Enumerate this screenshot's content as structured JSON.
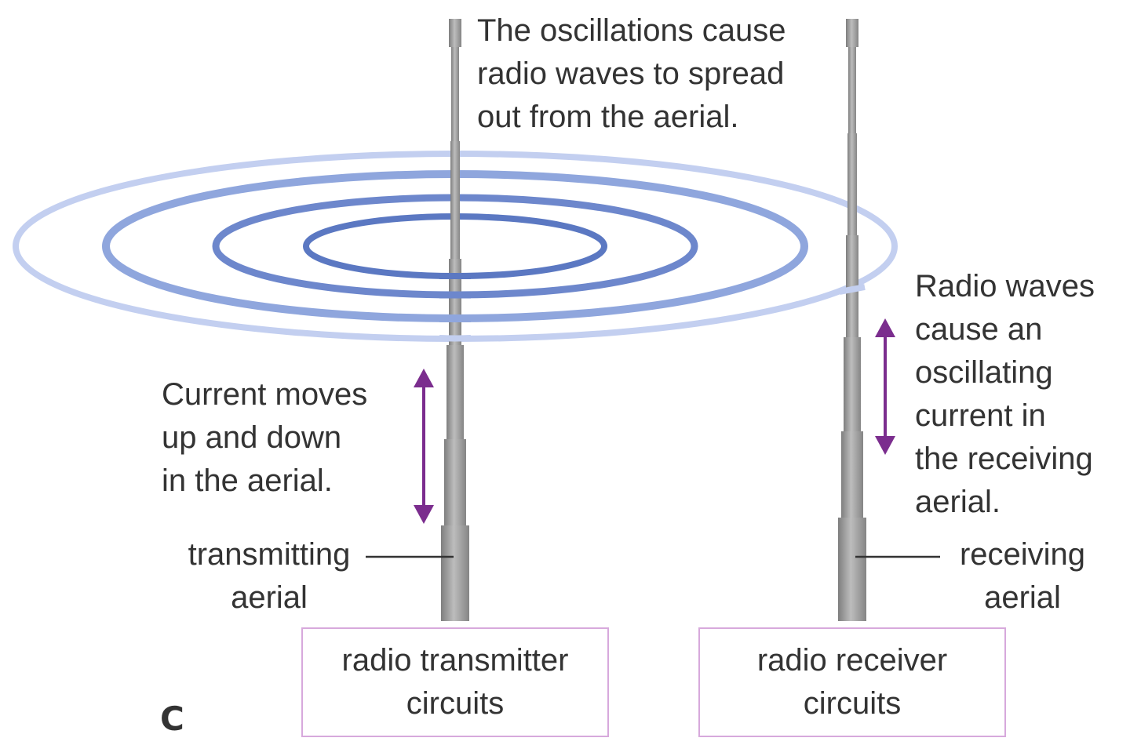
{
  "diagram": {
    "figure_letter": "C",
    "labels": {
      "oscillations": "The oscillations cause\nradio waves to spread\nout from the aerial.",
      "current_moves": "Current moves\nup and down\nin the aerial.",
      "radio_waves_cause": "Radio waves\ncause an\noscillating\ncurrent in\nthe receiving\naerial.",
      "transmitting_aerial": "transmitting\naerial",
      "receiving_aerial": "receiving\naerial"
    },
    "boxes": {
      "transmitter": "radio transmitter\ncircuits",
      "receiver": "radio receiver\ncircuits"
    },
    "colors": {
      "wave_dark": "#5b78c2",
      "wave_light": "#b7c6ea",
      "arrow": "#7b2d8e",
      "box_border": "#d7a9dc",
      "aerial": "#9a9a9a",
      "text": "#333333"
    }
  }
}
